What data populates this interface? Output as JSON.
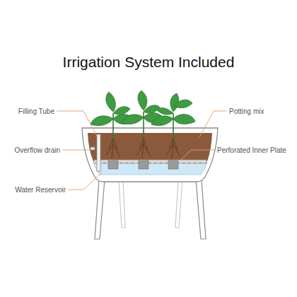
{
  "diagram": {
    "title": "Irrigation System Included",
    "labels": [
      "Filling Tube",
      "Overflow drain",
      "Water Reservoir",
      "Potting mix",
      "Perforated Inner Plate"
    ]
  }
}
